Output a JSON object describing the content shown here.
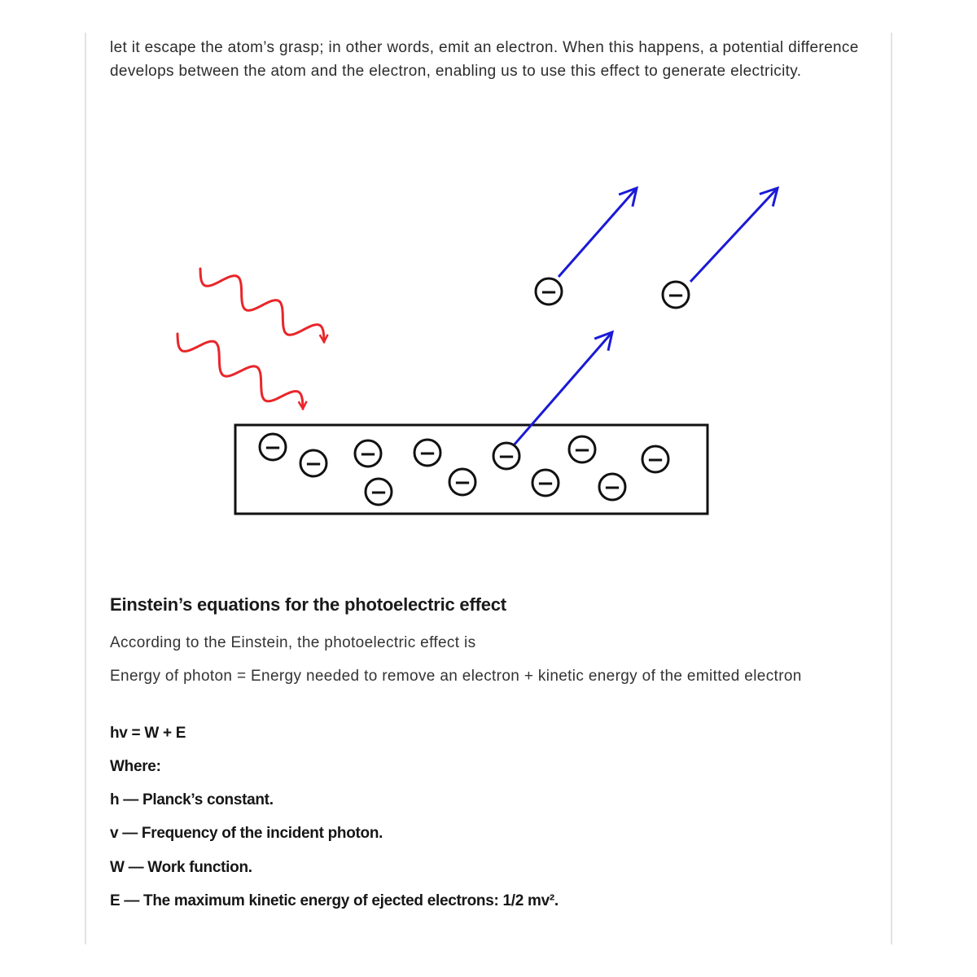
{
  "intro": {
    "paragraph": "let it escape the atom’s grasp; in other words, emit an electron. When this happens, a potential difference develops between the atom and the electron, enabling us to use this effect to generate electricity."
  },
  "diagram": {
    "electron_symbol": "−",
    "colors": {
      "photon_wave": "#e8262a",
      "electron_path": "#1a1ad6",
      "outline": "#111111"
    }
  },
  "section": {
    "heading": "Einstein’s equations for the photoelectric effect",
    "paragraph1": "According to the Einstein, the photoelectric effect is",
    "paragraph2": "Energy of photon = Energy needed to remove an electron + kinetic energy of the emitted electron",
    "equation": "hv = W + E",
    "where_label": "Where:",
    "definitions": [
      "h — Planck’s constant.",
      "v — Frequency of the incident photon.",
      "W — Work function.",
      "E — The maximum kinetic energy of ejected electrons: 1/2 mv²."
    ]
  }
}
